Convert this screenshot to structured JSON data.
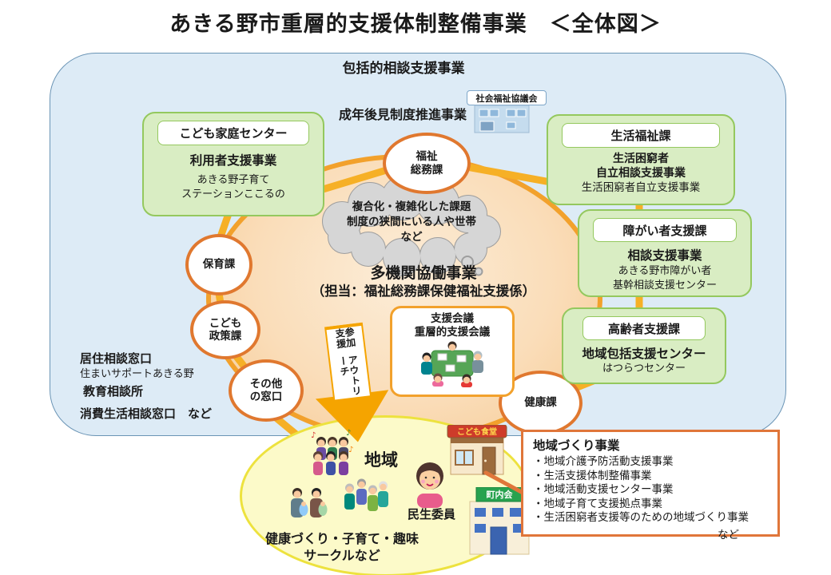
{
  "title": "あきる野市重層的支援体制整備事業　＜全体図＞",
  "outer_label": "包括的相談支援事業",
  "guardianship_label": "成年後見制度推進事業",
  "shakyo_label": "社会福祉協議会",
  "cloud": {
    "line1": "複合化・複雑化した課題",
    "line2": "制度の狭間にいる人や世帯",
    "line3": "など"
  },
  "core": {
    "title": "多機関協働事業",
    "subtitle": "（担当：福祉総務課保健福祉支援係）"
  },
  "meeting": {
    "line1": "支援会議",
    "line2": "重層的支援会議"
  },
  "arrow": {
    "participation": "参加支援",
    "outreach": "アウトリーチ"
  },
  "circles": {
    "fukushi_somu_line1": "福祉",
    "fukushi_somu_line2": "総務課",
    "hoiku": "保育課",
    "kodomo_line1": "こども",
    "kodomo_line2": "政策課",
    "sonota_line1": "その他",
    "sonota_line2": "の窓口",
    "kenko": "健康課"
  },
  "dept_boxes": {
    "kodomo_katei": {
      "header": "こども家庭センター",
      "program": "利用者支援事業",
      "detail_line1": "あきる野子育て",
      "detail_line2": "ステーションここるの"
    },
    "seikatsu": {
      "header": "生活福祉課",
      "program_line1": "生活困窮者",
      "program_line2": "自立相談支援事業",
      "detail": "生活困窮者自立支援事業"
    },
    "shogai": {
      "header": "障がい者支援課",
      "program": "相談支援事業",
      "detail_line1": "あきる野市障がい者",
      "detail_line2": "基幹相談支援センター"
    },
    "korei": {
      "header": "高齢者支援課",
      "program": "地域包括支援センター",
      "detail": "はつらつセンター"
    }
  },
  "left_links": {
    "item1_main": "居住相談窓口",
    "item1_sub": "住まいサポートあきる野",
    "item2_main": "教育相談所",
    "item3_main": "消費生活相談窓口　など"
  },
  "region": {
    "label": "地域",
    "minsei_label": "民生委員",
    "note_line1": "健康づくり・子育て・趣味",
    "note_line2": "サークルなど",
    "kodomo_shokudo_label": "こども食堂",
    "chonaikai_label": "町内会"
  },
  "community_box": {
    "title": "地域づくり事業",
    "items": [
      "・地域介護予防活動支援事業",
      "・生活支援体制整備事業",
      "・地域活動支援センター事業",
      "・地域子育て支援拠点事業",
      "・生活困窮者支援等のための地域づくり事業"
    ],
    "suffix": "など"
  },
  "icons": {
    "music_note": "♪"
  },
  "colors": {
    "blue_panel": "#DDEBF6",
    "blue_border": "#6A94B5",
    "ellipse_border": "#F2A12C",
    "circle_border": "#E0782F",
    "green_fill": "#D9EDC3",
    "green_border": "#94C85E",
    "yellow_fill": "#FCFAC9",
    "yellow_border": "#EDE23E",
    "arrow": "#F5A400",
    "gold_connector": "#F6B026",
    "orange_box_border": "#E0763A"
  }
}
